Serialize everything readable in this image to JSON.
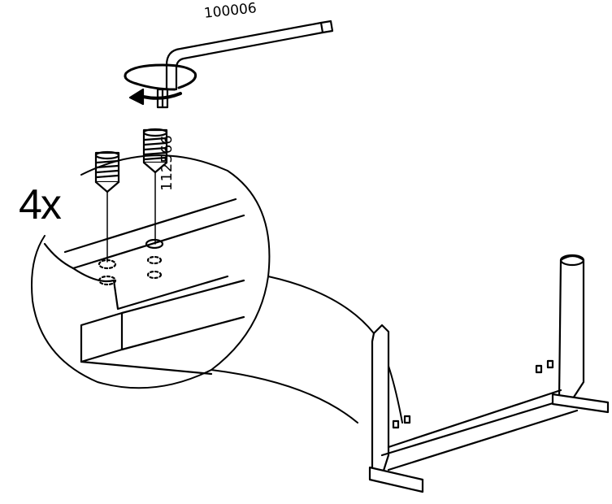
{
  "labels": {
    "wrench_part_number": "100006",
    "screw_part_number": "112566",
    "quantity": "4x"
  },
  "icons": [
    "hex-key-icon",
    "rotation-arrow-icon",
    "set-screw-icon",
    "frame-icon"
  ]
}
